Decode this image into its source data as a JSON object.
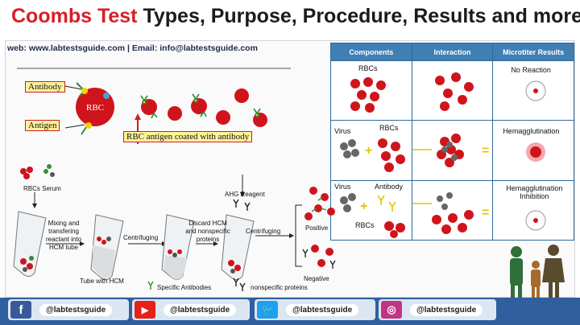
{
  "title": {
    "highlight": "Coombs Test",
    "rest": " Types, Purpose, Procedure, Results and more"
  },
  "contact": "web:  www.labtestsguide.com   |  Email: info@labtestsguide.com",
  "rbc_diagram": {
    "antibody_label": "Antibody",
    "antigen_label": "Antigen",
    "rbc_label": "RBC",
    "coated_label": "RBC antigen coated with antibody"
  },
  "table": {
    "headers": [
      "Components",
      "Interaction",
      "Microtiter Results"
    ],
    "rows": [
      {
        "component_labels": [
          "RBCs"
        ],
        "result": "No Reaction"
      },
      {
        "component_labels": [
          "Virus",
          "RBCs"
        ],
        "result": "Hemagglutination"
      },
      {
        "component_labels": [
          "Virus",
          "Antibody",
          "RBCs"
        ],
        "result": "Hemagglutination Inhibition"
      }
    ]
  },
  "procedure": {
    "rbcs_serum": "RBCs Serum",
    "mixing": "Mixing and transfering reactant into HCM tube",
    "tube_hcm": "Tube with HCM",
    "centrifuging1": "Centrifuging",
    "discard": "Discard HCM and nonspecific proteins",
    "ahg": "AHG Reagent",
    "centrifuging2": "Centrifuging",
    "positive": "Positive",
    "negative": "Negative",
    "legend_specific": "Specific  Antibodies",
    "legend_nonspecific": "nonspecific proteins"
  },
  "social": [
    {
      "name": "facebook",
      "icon": "f",
      "handle": "@labtestsguide",
      "color": "#3b5998"
    },
    {
      "name": "youtube",
      "icon": "▶",
      "handle": "@labtestsguide",
      "color": "#e62117"
    },
    {
      "name": "twitter",
      "icon": "🐦",
      "handle": "@labtestsguide",
      "color": "#1da1f2"
    },
    {
      "name": "instagram",
      "icon": "◎",
      "handle": "@labtestsguide",
      "color": "#c13584"
    }
  ],
  "colors": {
    "title_red": "#d62027",
    "rbc_red": "#d0141c",
    "table_header": "#3f7fb3",
    "footer_bar": "#2f5f9e"
  }
}
